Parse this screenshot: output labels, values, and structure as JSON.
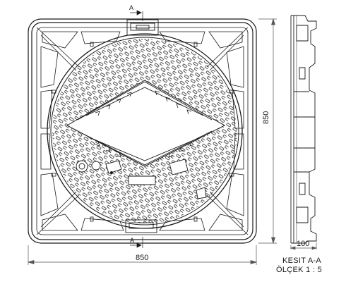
{
  "drawing": {
    "section_mark_top": "A",
    "section_mark_bottom": "A",
    "width_dim": "850",
    "height_dim": "850",
    "side_width_dim": "100",
    "section_title": "KESIT A-A",
    "scale_text": "ÖLÇEK 1 : 5"
  },
  "colors": {
    "line": "#1a1a1a",
    "dimension_line": "#555555"
  }
}
